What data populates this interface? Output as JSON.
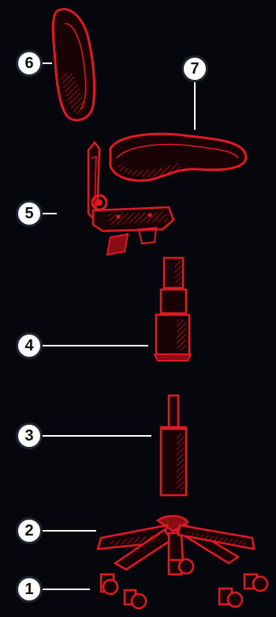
{
  "colors": {
    "background": "#05070d",
    "sketch": "#e01a24",
    "shade": "#8a0d14",
    "callout_fill": "#ffffff",
    "callout_ring": "#1f2633",
    "leader": "#ffffff"
  },
  "callouts": [
    {
      "label": "1",
      "part": "casters"
    },
    {
      "label": "2",
      "part": "five-star-base"
    },
    {
      "label": "3",
      "part": "gas-lift-cylinder"
    },
    {
      "label": "4",
      "part": "cylinder-cover"
    },
    {
      "label": "5",
      "part": "seat-mechanism"
    },
    {
      "label": "6",
      "part": "backrest"
    },
    {
      "label": "7",
      "part": "seat-pan"
    }
  ]
}
